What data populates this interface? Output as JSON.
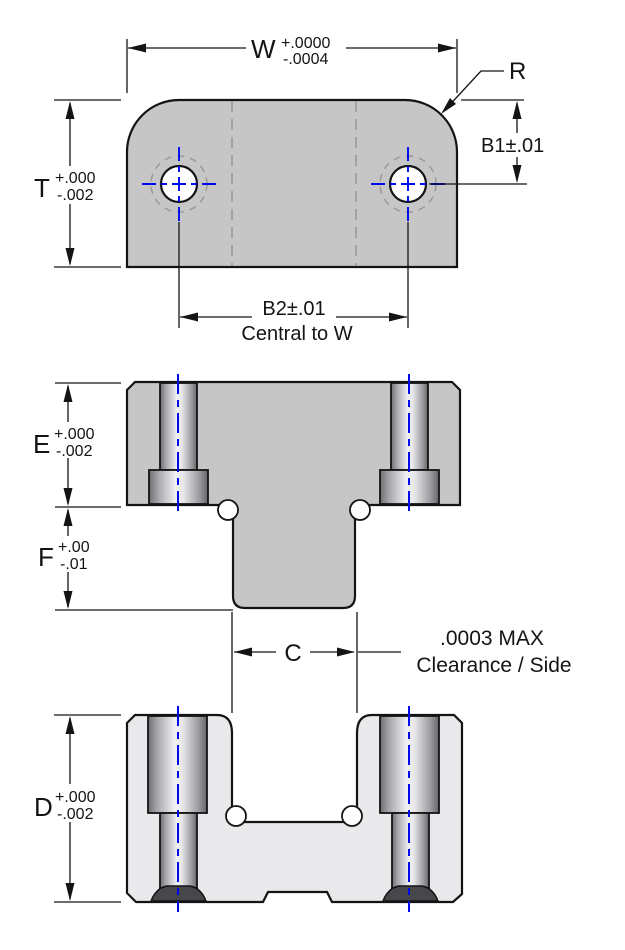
{
  "drawing": {
    "plan_view": {
      "width_dim": {
        "letter": "W",
        "plus": "+.0000",
        "minus": "-.0004"
      },
      "radius_label": "R",
      "hole_offset_dim": "B1±.01",
      "thickness_dim": {
        "letter": "T",
        "plus": "+.000",
        "minus": "-.002"
      },
      "hole_spacing_dim": "B2±.01",
      "hole_spacing_note": "Central to W"
    },
    "punch_view": {
      "head_dim": {
        "letter": "E",
        "plus": "+.000",
        "minus": "-.002"
      },
      "tongue_dim": {
        "letter": "F",
        "plus": "+.00",
        "minus": "-.01"
      },
      "slot_width_dim": "C",
      "clearance_note": {
        "line1": ".0003 MAX",
        "line2": "Clearance / Side"
      }
    },
    "die_view": {
      "height_dim": {
        "letter": "D",
        "plus": "+.000",
        "minus": "-.002"
      }
    },
    "colors": {
      "background": "#ffffff",
      "outline": "#141414",
      "block_fill": "#c6c6c6",
      "die_fill": "#e9e9ec",
      "hidden_line": "#999999",
      "centerline": "#0008ee",
      "hole_flare": "#46464b"
    }
  }
}
